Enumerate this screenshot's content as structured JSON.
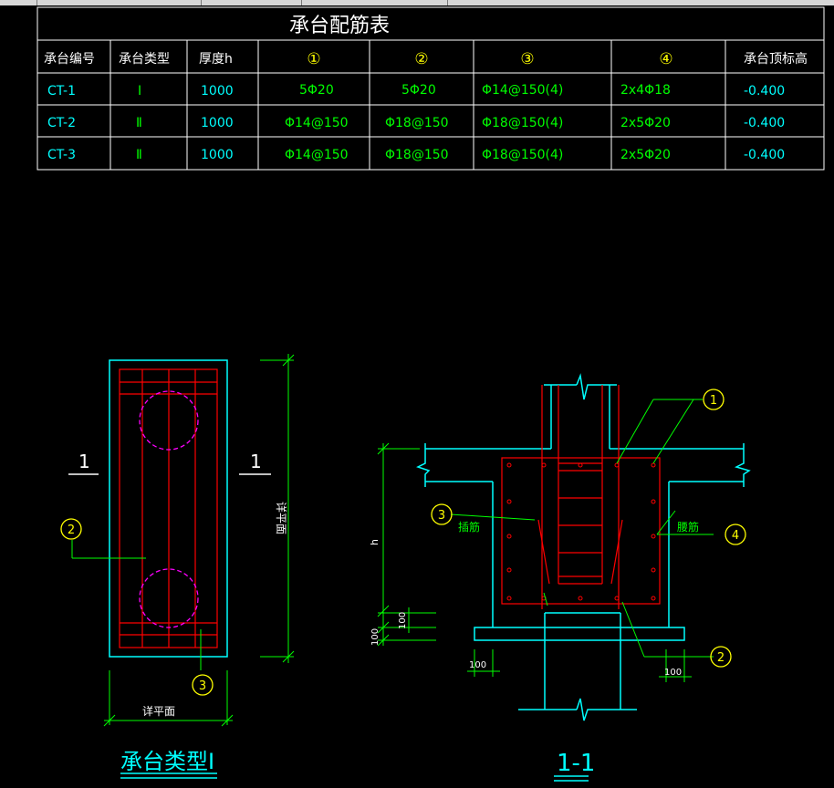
{
  "table": {
    "title": "承台配筋表",
    "headers": [
      "承台编号",
      "承台类型",
      "厚度h",
      "①",
      "②",
      "③",
      "④",
      "承台顶标高"
    ],
    "rows": [
      [
        "CT-1",
        "Ⅰ",
        "1000",
        "5Φ20",
        "5Φ20",
        "Φ14@150(4)",
        "2x4Φ18",
        "-0.400"
      ],
      [
        "CT-2",
        "Ⅱ",
        "1000",
        "Φ14@150",
        "Φ18@150",
        "Φ18@150(4)",
        "2x5Φ20",
        "-0.400"
      ],
      [
        "CT-3",
        "Ⅱ",
        "1000",
        "Φ14@150",
        "Φ18@150",
        "Φ18@150(4)",
        "2x5Φ20",
        "-0.400"
      ]
    ]
  },
  "plan": {
    "section_mark_left": "1",
    "section_mark_right": "1",
    "label_bottom": "详平面",
    "label_right": "详平面",
    "marker_2": "2",
    "marker_3": "3",
    "caption": "承台类型Ⅰ"
  },
  "section": {
    "marker_1": "1",
    "marker_2": "2",
    "marker_3": "3",
    "marker_4": "4",
    "label_insert": "插筋",
    "label_waist": "腰筋",
    "dim_h": "h",
    "dim_100_a": "100",
    "dim_100_b": "100",
    "dim_100_c": "100",
    "dim_100_d": "100",
    "caption": "1-1"
  },
  "colors": {
    "frame": "#ffffff",
    "cyan": "#00ffff",
    "green": "#00ff00",
    "red": "#ff0000",
    "magenta": "#ff00ff",
    "yellow": "#ffff00"
  }
}
